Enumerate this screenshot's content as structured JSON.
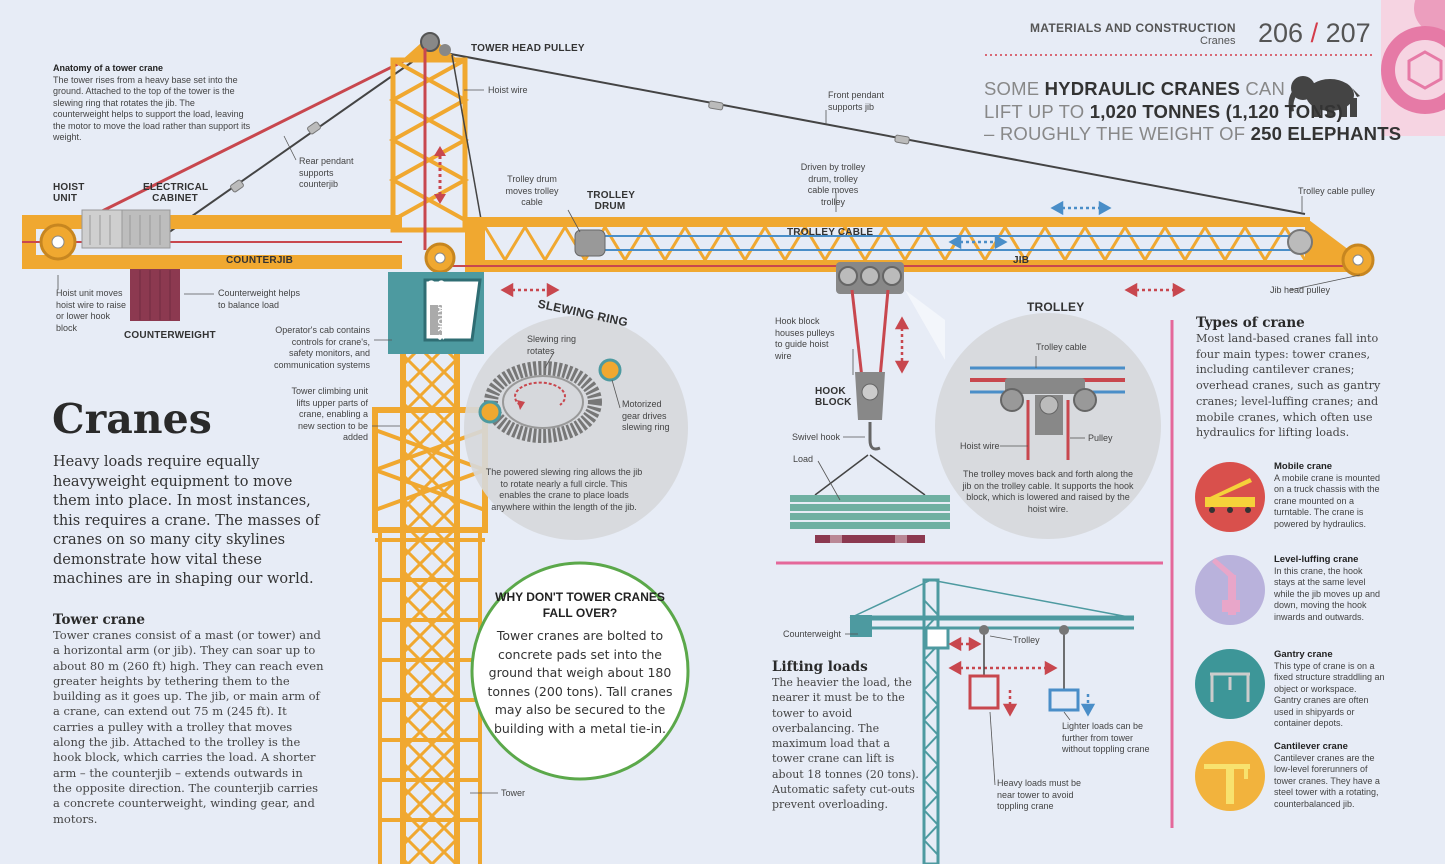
{
  "header": {
    "section": "MATERIALS AND CONSTRUCTION",
    "subsection": "Cranes",
    "page_left": "206",
    "separator": "/",
    "page_right": "207"
  },
  "fact": {
    "line1_a": "SOME ",
    "line1_b": "HYDRAULIC CRANES",
    "line1_c": " CAN",
    "line2_a": "LIFT UP TO ",
    "line2_b": "1,020 TONNES (1,120 TONS)",
    "line3_a": "– ROUGHLY THE WEIGHT OF ",
    "line3_b": "250 ELEPHANTS"
  },
  "anatomy": {
    "heading": "Anatomy of a tower crane",
    "text": "The tower rises from a heavy base set into the ground. Attached to the top of the tower is the slewing ring that rotates the jib. The counterweight helps to support the load, leaving the motor to move the load rather than support its weight."
  },
  "labels": {
    "tower_head_pulley": "TOWER HEAD PULLEY",
    "hoist_wire": "Hoist wire",
    "front_pendant": "Front pendant supports jib",
    "rear_pendant": "Rear pendant supports counterjib",
    "hoist_unit": "HOIST UNIT",
    "electrical_cabinet": "ELECTRICAL CABINET",
    "counterjib": "COUNTERJIB",
    "hoist_unit_note": "Hoist unit moves hoist wire to raise or lower hook block",
    "counterweight": "COUNTERWEIGHT",
    "counterweight_note": "Counterweight helps to balance load",
    "trolley_drum_note": "Trolley drum moves trolley cable",
    "trolley_drum": "TROLLEY DRUM",
    "driven_by": "Driven by trolley drum, trolley cable moves trolley",
    "trolley_cable": "TROLLEY CABLE",
    "jib": "JIB",
    "trolley_cable_pulley": "Trolley cable pulley",
    "jib_head_pulley": "Jib head pulley",
    "operators_cab": "OPERATOR'S CAB",
    "cab_note": "Operator's cab contains controls for crane's, safety monitors, and communication systems",
    "climbing_note": "Tower climbing unit lifts upper parts of crane, enabling a new section to be added",
    "tower": "Tower",
    "slewing_ring": "SLEWING RING",
    "slewing_rotates": "Slewing ring rotates",
    "motorized_gear": "Motorized gear drives slewing ring",
    "slewing_caption": "The powered slewing ring allows the jib to rotate nearly a full circle. This enables the crane to place loads anywhere within the length of the jib.",
    "hook_block_note": "Hook block houses pulleys to guide hoist wire",
    "hook_block": "HOOK BLOCK",
    "swivel_hook": "Swivel hook",
    "load": "Load",
    "trolley_title": "TROLLEY",
    "trolley_cable_small": "Trolley cable",
    "hoist_wire_small": "Hoist wire",
    "pulley": "Pulley",
    "trolley_caption": "The trolley moves back and forth along the jib on the trolley cable. It supports the hook block, which is lowered and raised by the hoist wire."
  },
  "title": "Cranes",
  "intro": "Heavy loads require equally heavyweight equipment to move them into place. In most instances, this requires a crane. The masses of cranes on so many city skylines demonstrate how vital these machines are in shaping our world.",
  "tower_crane": {
    "heading": "Tower crane",
    "text": "Tower cranes consist of a mast (or tower) and a horizontal arm (or jib). They can soar up to about 80 m (260 ft) high. They can reach even greater heights by tethering them to the building as it goes up. The jib, or main arm of a crane, can extend out 75 m (245 ft). It carries a pulley with a trolley that moves along the jib. Attached to the trolley is the hook block, which carries the load. A shorter arm – the counterjib – extends outwards in the opposite direction. The counterjib carries a concrete counterweight, winding gear, and motors."
  },
  "why": {
    "heading": "WHY DON'T TOWER CRANES FALL OVER?",
    "text": "Tower cranes are bolted to concrete pads set into the ground that weigh about 180 tonnes (200 tons). Tall cranes may also be secured to the building with a metal tie-in."
  },
  "lifting": {
    "heading": "Lifting loads",
    "text": "The heavier the load, the nearer it must be to the tower to avoid overbalancing. The maximum load that a tower crane can lift is about 18 tonnes (20 tons). Automatic safety cut-outs prevent overloading.",
    "counterweight": "Counterweight",
    "trolley": "Trolley",
    "lighter": "Lighter loads can be further from tower without toppling crane",
    "heavy": "Heavy loads must be near tower to avoid toppling crane"
  },
  "types": {
    "heading": "Types of crane",
    "text": "Most land-based cranes fall into four main types: tower cranes, including cantilever cranes; overhead cranes, such as gantry cranes; level-luffing cranes; and mobile cranes, which often use hydraulics for lifting loads.",
    "items": [
      {
        "name": "Mobile crane",
        "text": "A mobile crane is mounted on a truck chassis with the crane mounted on a turntable. The crane is powered by hydraulics.",
        "color": "#d9504c",
        "icon": "mobile-crane-icon"
      },
      {
        "name": "Level-luffing crane",
        "text": "In this crane, the hook stays at the same level while the jib moves up and down, moving the hook inwards and outwards.",
        "color": "#b9b2dc",
        "icon": "level-luffing-crane-icon"
      },
      {
        "name": "Gantry crane",
        "text": "This type of crane is on a fixed structure straddling an object or workspace. Gantry cranes are often used in shipyards or container depots.",
        "color": "#3d9698",
        "icon": "gantry-crane-icon"
      },
      {
        "name": "Cantilever crane",
        "text": "Cantilever cranes are the low-level forerunners of tower cranes. They have a steel tower with a rotating, counterbalanced jib.",
        "color": "#f2b33d",
        "icon": "cantilever-crane-icon"
      }
    ]
  },
  "colors": {
    "crane": "#f0a830",
    "accent": "#d43c4a",
    "teal": "#4d9aa0",
    "pink": "#e4689a",
    "background": "#e7ecf6"
  }
}
